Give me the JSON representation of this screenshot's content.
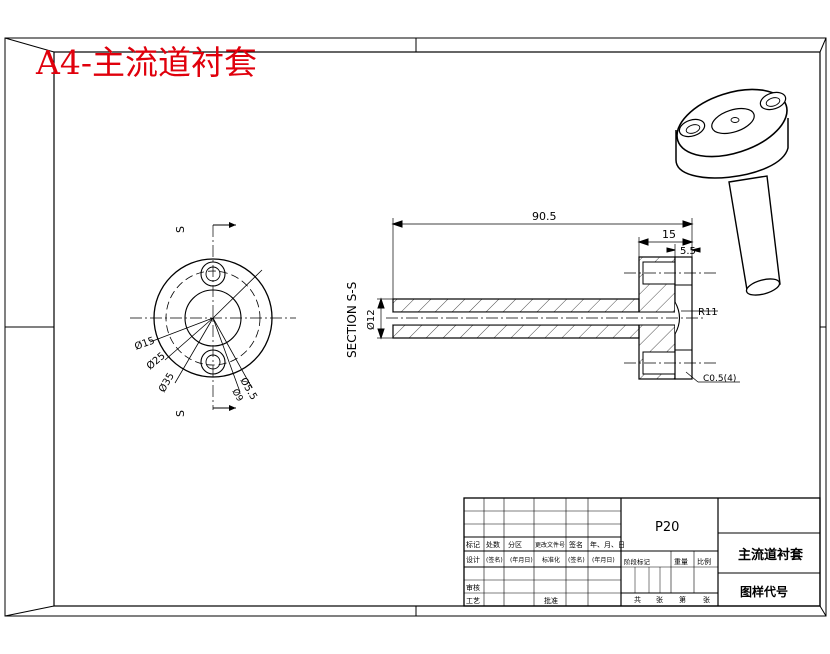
{
  "sheet_title": "A4-主流道衬套",
  "section_label": "SECTION S-S",
  "section_letters": [
    "S",
    "S"
  ],
  "dimensions": {
    "overall_length": "90.5",
    "flange_length": "15",
    "counterbore_depth": "5.5",
    "shank_diameter": "Ø12",
    "sprue_radius": "R11",
    "chamfer": "C0.5(4)",
    "d15": "Ø15",
    "d25": "Ø25",
    "d35": "Ø35",
    "d5_5": "Ø5.5",
    "d9": "Ø9"
  },
  "title_block": {
    "material": "P20",
    "part_name": "主流道衬套",
    "drawing_code_label": "图样代号",
    "row_headers": [
      "标记",
      "处数",
      "分区",
      "更改文件号",
      "签名",
      "年、月、日"
    ],
    "design_row": [
      "设计",
      "(签名)",
      "(年月日)",
      "标准化",
      "(签名)",
      "(年月日)"
    ],
    "approve_row": [
      "审核"
    ],
    "process_row": [
      "工艺",
      "批准"
    ],
    "stage_headers": [
      "阶段标记",
      "重量",
      "比例"
    ],
    "sheet_row": [
      "共",
      "张",
      "第",
      "张"
    ]
  },
  "colors": {
    "line": "#000000",
    "title": "#e0000c",
    "background": "#ffffff"
  }
}
